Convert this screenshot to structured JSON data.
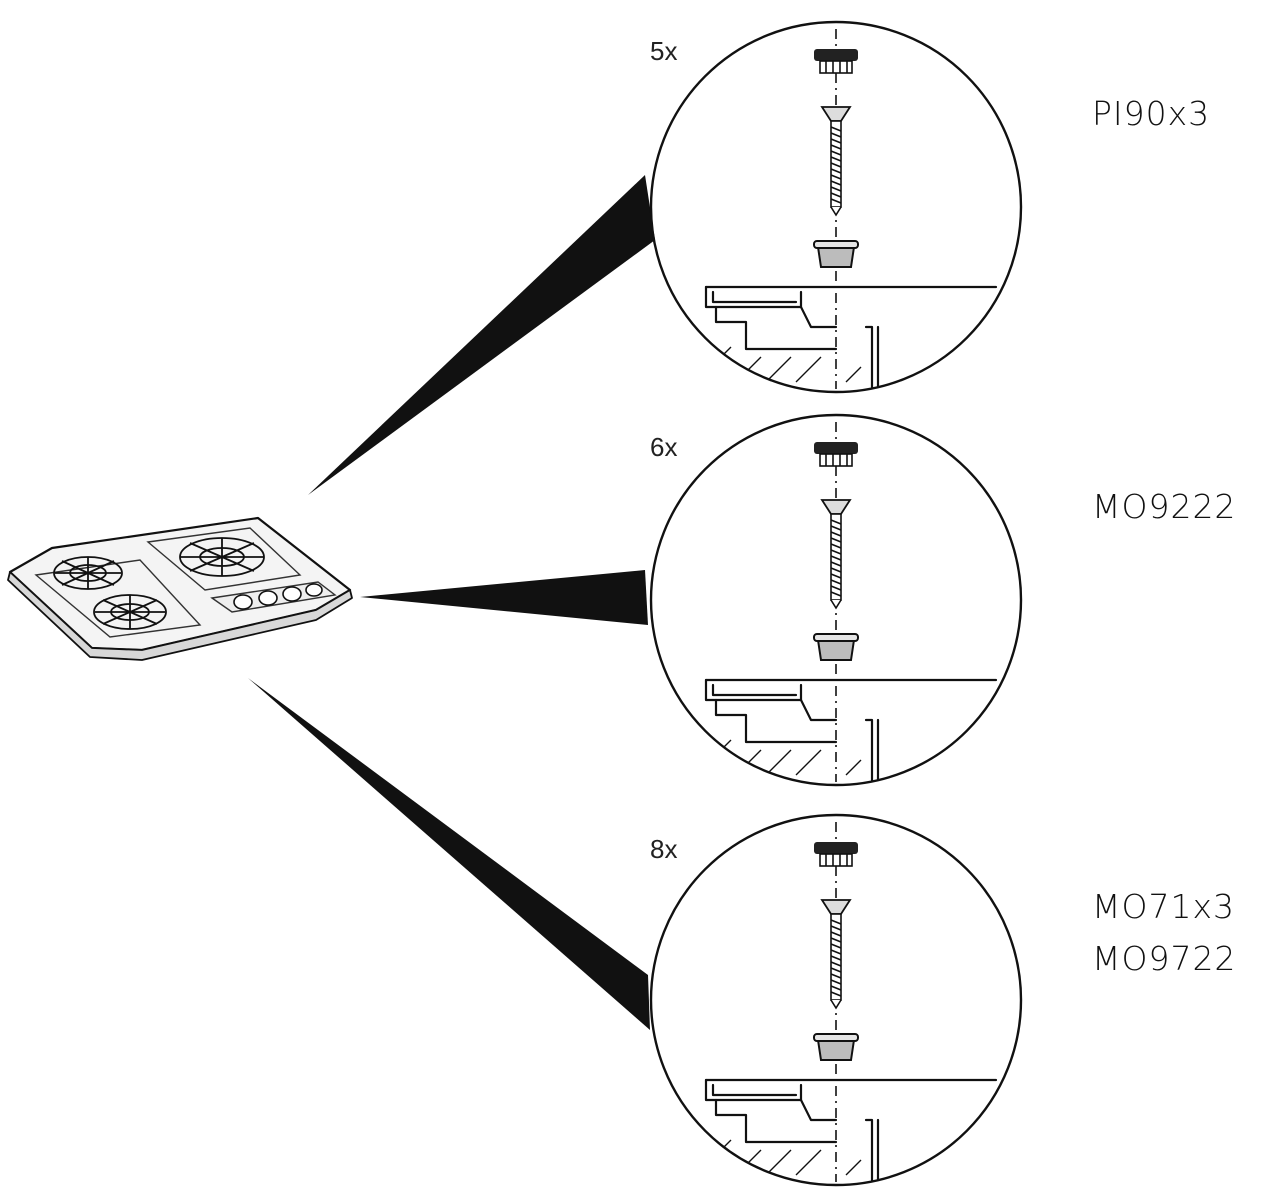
{
  "callouts": [
    {
      "quantity": "5x",
      "models": [
        "PI90x3"
      ]
    },
    {
      "quantity": "6x",
      "models": [
        "MO9222"
      ]
    },
    {
      "quantity": "8x",
      "models": [
        "MO71x3",
        "MO9722"
      ]
    }
  ],
  "colors": {
    "ink": "#111111",
    "background": "#ffffff",
    "cap_fill": "#bcbcbc"
  },
  "icons": [
    "hob-icon",
    "screw-icon",
    "plug-icon",
    "cap-icon",
    "worktop-section-icon"
  ]
}
